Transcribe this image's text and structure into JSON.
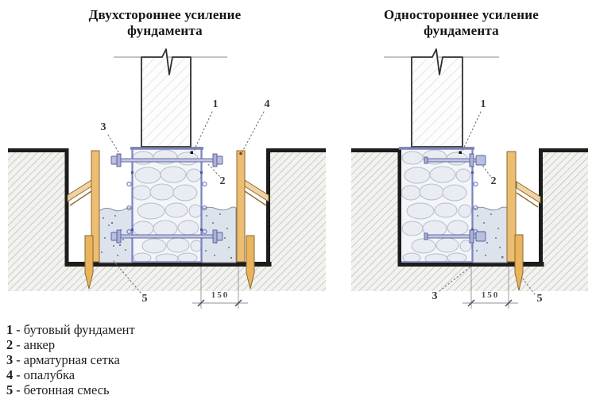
{
  "diagrams": {
    "left": {
      "title": "Двухстороннее усиление фундамента",
      "callouts": [
        "1",
        "2",
        "3",
        "4",
        "5"
      ],
      "dimension_label": "150"
    },
    "right": {
      "title": "Одностороннее усиление фундамента",
      "callouts": [
        "1",
        "2",
        "3",
        "5"
      ],
      "dimension_label": "150"
    }
  },
  "legend": {
    "separator": "-",
    "items": [
      {
        "number": "1",
        "label": "бутовый фундамент"
      },
      {
        "number": "2",
        "label": "анкер"
      },
      {
        "number": "3",
        "label": "арматурная сетка"
      },
      {
        "number": "4",
        "label": "опалубка"
      },
      {
        "number": "5",
        "label": "бетонная смесь"
      }
    ]
  },
  "colors": {
    "outline_black": "#1c1c1c",
    "soil_hatch": "#b2b2ae",
    "mesh_blue": "#7b82c0",
    "anchor_fill": "#c3c8e4",
    "wood": "#ecbd72",
    "wood_brace": "#f0d3a0",
    "concrete": "#dde3ec",
    "stone": "#e9edf3"
  }
}
